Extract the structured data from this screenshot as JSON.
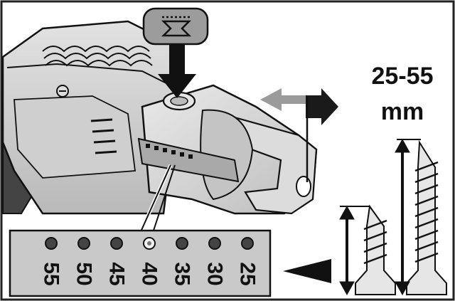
{
  "range": {
    "value": "25-55",
    "unit": "mm"
  },
  "depth_scale": {
    "marks": [
      "55",
      "50",
      "45",
      "40",
      "35",
      "30",
      "25"
    ],
    "selected": "40"
  },
  "colors": {
    "outline": "#111111",
    "tool_body": "#d6d6d6",
    "tool_shade": "#9a9a9a",
    "panel": "#c9c9c9",
    "arrow_grey": "#9b9b9b",
    "arrow_dark": "#1a1a1a"
  },
  "icons": {
    "button_symbol": "screw-depth-icon",
    "press_arrow": "arrow-down-icon",
    "slide_arrow": "double-arrow-icon",
    "pointer": "triangle-pointer-icon"
  }
}
